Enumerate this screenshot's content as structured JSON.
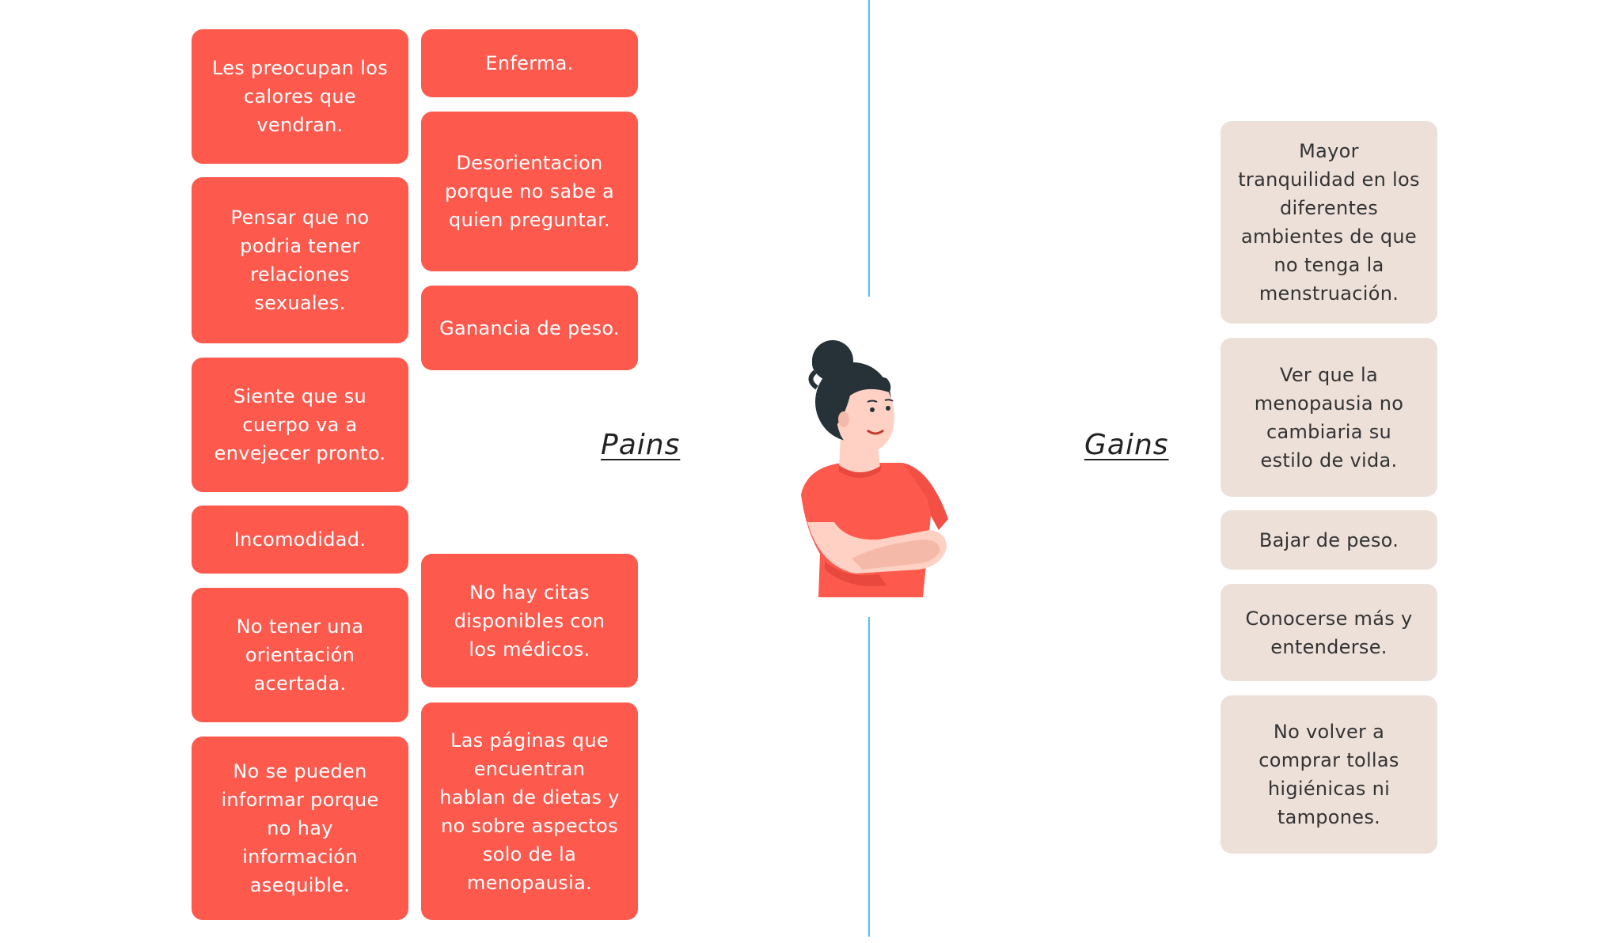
{
  "pains": {
    "heading": "Pains",
    "items": [
      "Les preocupan los calores que vendran.",
      "Pensar que no podria tener relaciones sexuales.",
      "Siente que su cuerpo va a envejecer pronto.",
      "Incomodidad.",
      "No tener una orientación acertada.",
      "No se pueden informar porque no hay información asequible.",
      "Enferma.",
      "Desorientacion porque no sabe a quien preguntar.",
      "Ganancia de peso.",
      "No hay citas disponibles con los médicos.",
      "Las páginas que encuentran hablan de dietas y no sobre aspectos solo de la menopausia."
    ]
  },
  "gains": {
    "heading": "Gains",
    "items": [
      "Mayor tranquilidad en los diferentes ambientes de que no tenga la menstruación.",
      "Ver que la menopausia no cambiaria su estilo de vida.",
      "Bajar de peso.",
      "Conocerse más y entenderse.",
      "No volver a comprar tollas higiénicas ni tampones."
    ]
  },
  "colors": {
    "pain_card": "#fd594d",
    "gain_card": "#ede0d9",
    "divider": "#4fc3ee"
  },
  "illustration": {
    "icon": "woman-arms-crossed-icon"
  }
}
